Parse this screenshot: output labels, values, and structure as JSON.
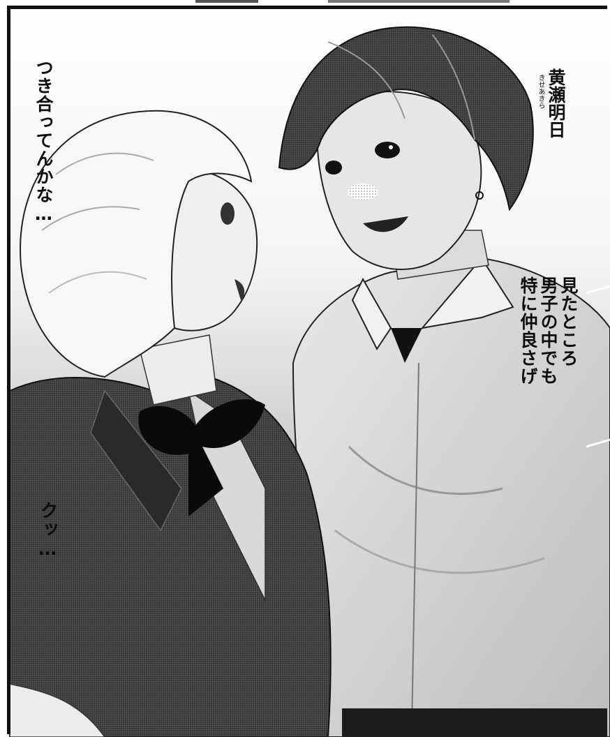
{
  "panel": {
    "name_caption": {
      "name": "黄瀬明日",
      "ruby": "きせあきら"
    },
    "speech_left": "つき合ってんかな…",
    "speech_right_lines": [
      "見たところ",
      "男子の中でも",
      "特に仲良さげ"
    ],
    "sfx": "クッ…"
  },
  "colors": {
    "ink": "#111111",
    "screentone_dark": "#4a4a4a",
    "screentone_light": "#d8d8d8",
    "paper": "#ffffff"
  },
  "icons": {
    "left_character": "short-haired-girl-illustration",
    "right_character": "boy-illustration"
  }
}
